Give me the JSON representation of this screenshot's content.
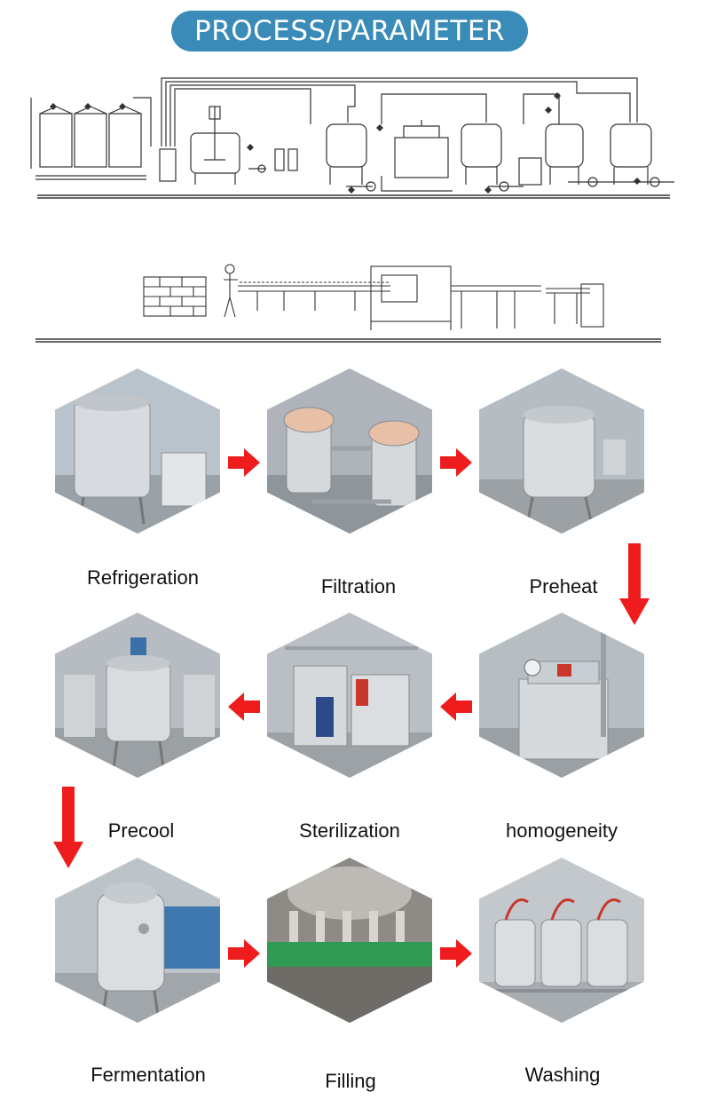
{
  "header": {
    "title": "PROCESS/PARAMETER"
  },
  "steps": [
    {
      "label": "Refrigeration",
      "icon": "cold-storage-tank-photo"
    },
    {
      "label": "Filtration",
      "icon": "twin-filter-photo"
    },
    {
      "label": "Preheat",
      "icon": "preheat-tank-photo"
    },
    {
      "label": "homogeneity",
      "icon": "homogenizer-photo"
    },
    {
      "label": "Sterilization",
      "icon": "sterilizer-photo"
    },
    {
      "label": "Precool",
      "icon": "precool-tank-photo"
    },
    {
      "label": "Fermentation",
      "icon": "fermentation-tank-photo"
    },
    {
      "label": "Filling",
      "icon": "filling-machine-photo"
    },
    {
      "label": "Washing",
      "icon": "cip-washing-photo"
    }
  ],
  "colors": {
    "pill": "#3a8bb8",
    "arrow": "#ee1c1c",
    "steel": "#c9cdd2",
    "line": "#333333"
  }
}
